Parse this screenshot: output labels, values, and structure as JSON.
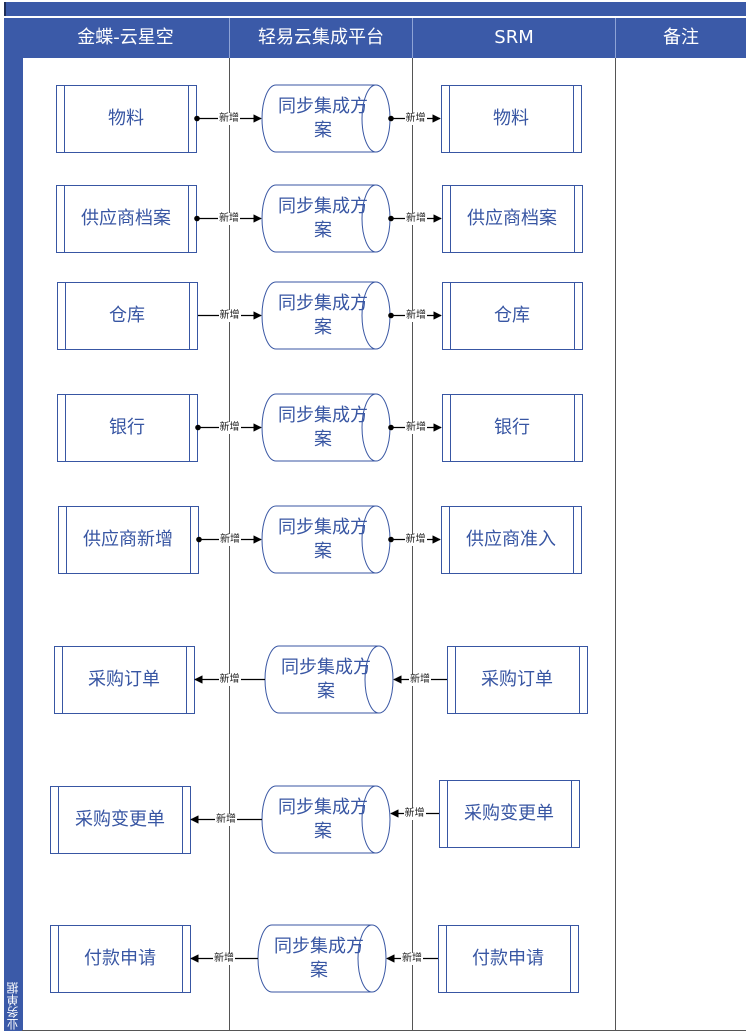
{
  "lane_label": "业务单据",
  "columns": [
    "金蝶-云星空",
    "轻易云集成平台",
    "SRM",
    "备注"
  ],
  "rows": [
    {
      "left": "物料",
      "middle": "同步集成方案",
      "right": "物料",
      "label_in": "新增",
      "label_out": "新增",
      "direction": "right"
    },
    {
      "left": "供应商档案",
      "middle": "同步集成方案",
      "right": "供应商档案",
      "label_in": "新增",
      "label_out": "新增",
      "direction": "right"
    },
    {
      "left": "仓库",
      "middle": "同步集成方案",
      "right": "仓库",
      "label_in": "新增",
      "label_out": "新增",
      "direction": "right"
    },
    {
      "left": "银行",
      "middle": "同步集成方案",
      "right": "银行",
      "label_in": "新增",
      "label_out": "新增",
      "direction": "right"
    },
    {
      "left": "供应商新增",
      "middle": "同步集成方案",
      "right": "供应商准入",
      "label_in": "新增",
      "label_out": "新增",
      "direction": "right"
    },
    {
      "left": "采购订单",
      "middle": "同步集成方案",
      "right": "采购订单",
      "label_in": "新增",
      "label_out": "新增",
      "direction": "left"
    },
    {
      "left": "采购变更单",
      "middle": "同步集成方案",
      "right": "采购变更单",
      "label_in": "新增",
      "label_out": "新增",
      "direction": "left"
    },
    {
      "left": "付款申请",
      "middle": "同步集成方案",
      "right": "付款申请",
      "label_in": "新增",
      "label_out": "新增",
      "direction": "left"
    }
  ],
  "colors": {
    "header": "#3b5aa8",
    "node_border": "#3856a3",
    "node_text": "#3856a3",
    "node_fill": "#ffffff"
  }
}
